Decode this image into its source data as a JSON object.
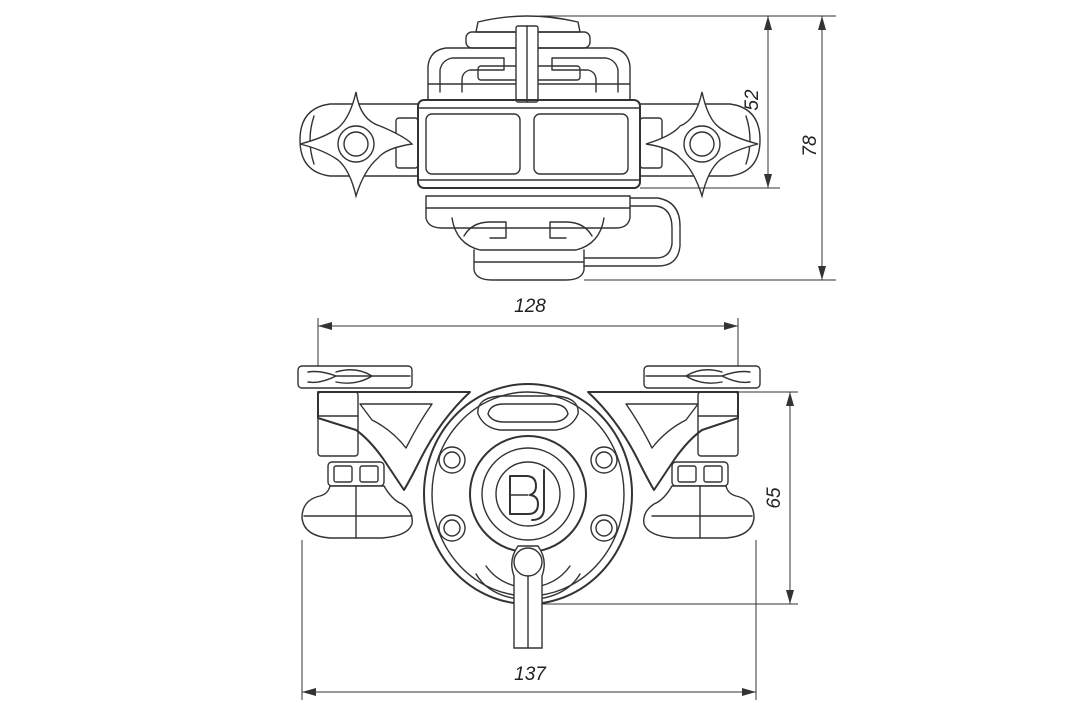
{
  "dimensions": {
    "top_height_inner": "52",
    "top_height_outer": "78",
    "front_width_upper": "128",
    "front_height": "65",
    "front_width_lower": "137"
  },
  "logo": {
    "mark": "BJ"
  },
  "colors": {
    "line": "#333333",
    "background": "#ffffff"
  }
}
